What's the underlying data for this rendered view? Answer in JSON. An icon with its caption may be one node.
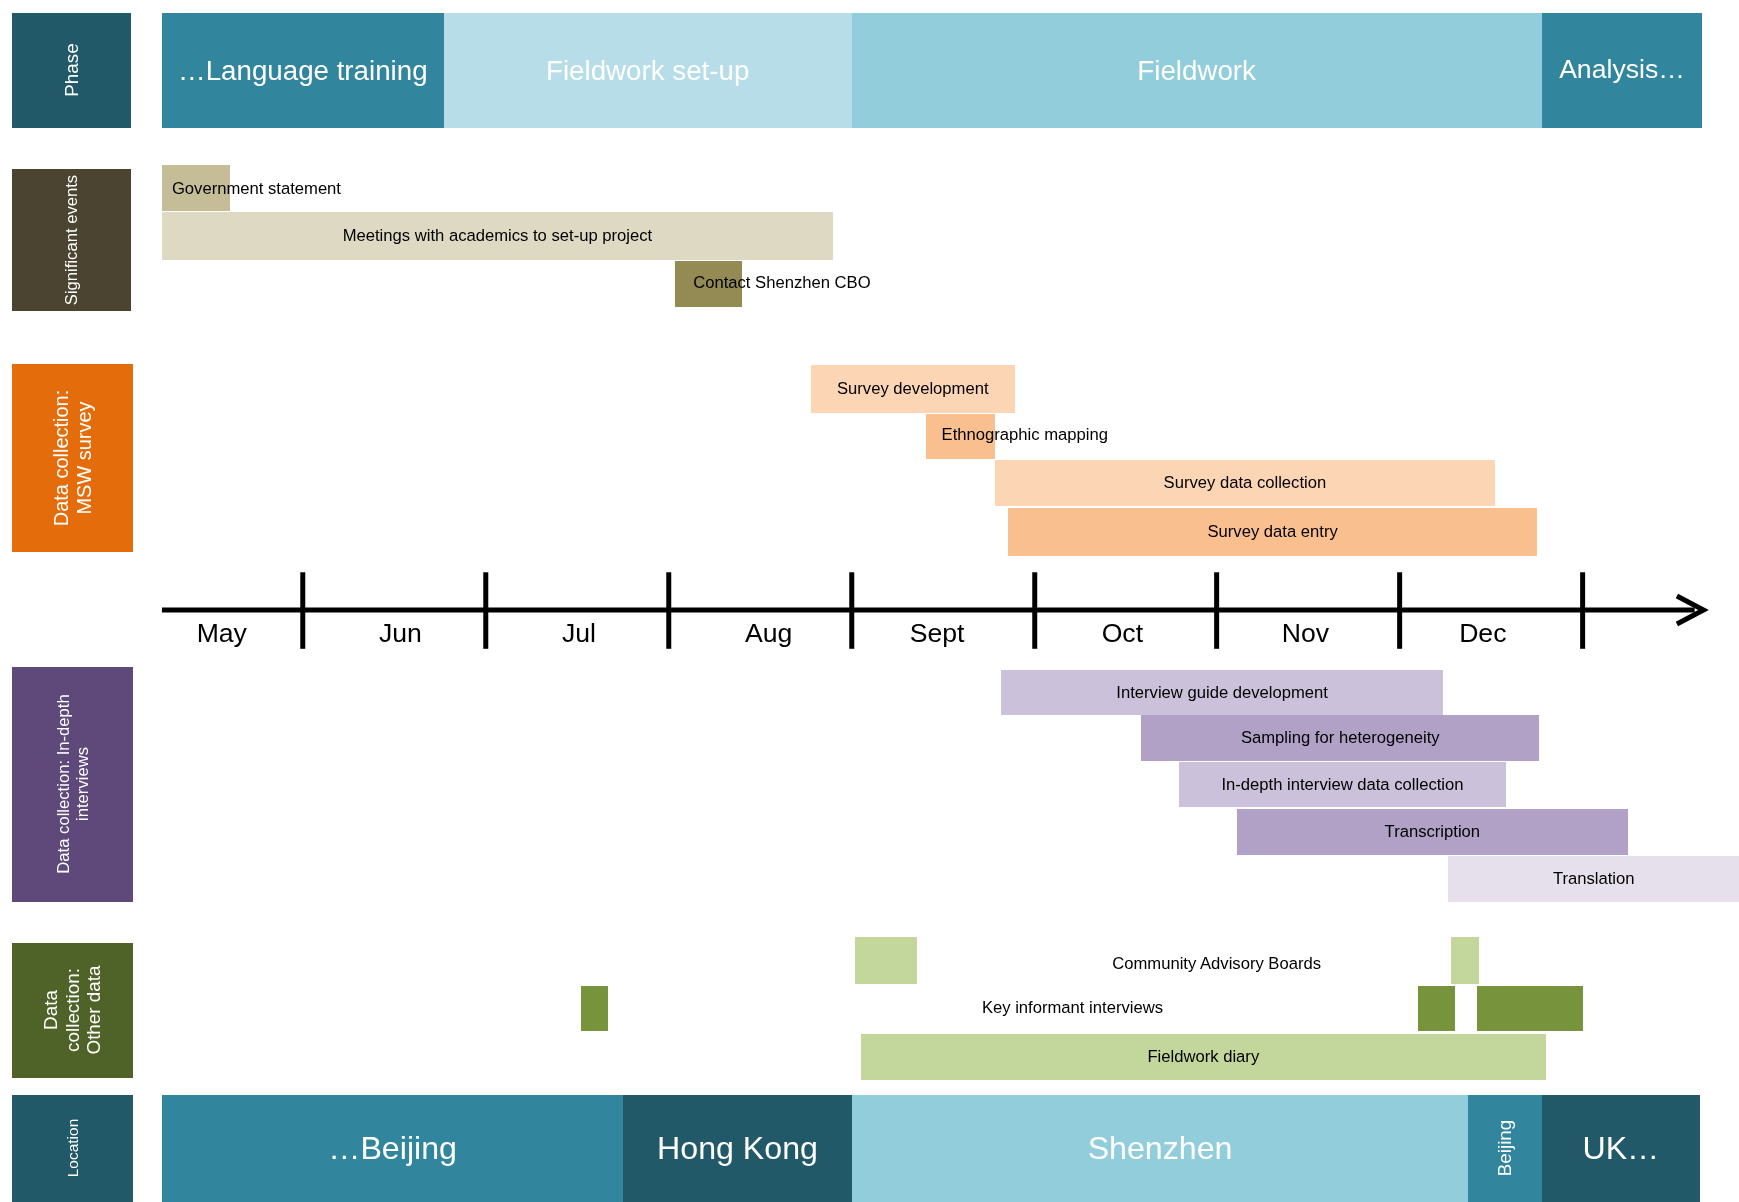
{
  "diagram": {
    "nodes": [
      {
        "text": [
          "Phase"
        ]
      },
      {
        "text": [
          "…Language training"
        ]
      },
      {
        "text": [
          "Fieldwork set-up"
        ]
      },
      {
        "text": [
          "Fieldwork"
        ]
      },
      {
        "text": [
          "Analysis…"
        ]
      },
      {
        "text": [
          "Significant events"
        ]
      },
      {
        "text": [],
        "shape": "bar",
        "beside": [
          "Government statement"
        ]
      },
      {
        "text": [
          "Meetings with academics to set-up project"
        ]
      },
      {
        "text": [],
        "shape": "bar",
        "beside": [
          "Contact Shenzhen CBO"
        ]
      },
      {
        "text": [
          "Data collection: MSW survey"
        ]
      },
      {
        "text": [
          "Survey development"
        ]
      },
      {
        "text": [],
        "shape": "bar",
        "beside": [
          "Ethnographic mapping"
        ]
      },
      {
        "text": [
          "Survey data collection"
        ]
      },
      {
        "text": [
          "Survey data entry"
        ]
      },
      {
        "text": [
          "Data collection: In-depth interviews"
        ]
      },
      {
        "text": [
          "Interview guide development"
        ]
      },
      {
        "text": [
          "Sampling for heterogeneity"
        ]
      },
      {
        "text": [
          "In-depth interview data collection"
        ]
      },
      {
        "text": [
          "Transcription"
        ]
      },
      {
        "text": [
          "Translation"
        ]
      },
      {
        "text": [
          "Data collection: Other data"
        ]
      },
      {
        "text": [],
        "shape": "bar"
      },
      {
        "text": [],
        "shape": "bar"
      },
      {
        "text": [],
        "shape": "bar"
      },
      {
        "text": [],
        "shape": "bar"
      },
      {
        "text": [],
        "shape": "bar"
      },
      {
        "text": [
          "Fieldwork diary"
        ]
      },
      {
        "text": [
          "Location"
        ]
      },
      {
        "text": [
          "…Beijing"
        ]
      },
      {
        "text": [
          "Hong Kong"
        ]
      },
      {
        "text": [
          "Shenzhen"
        ]
      },
      {
        "text": [
          "Beijing"
        ]
      },
      {
        "text": [
          "UK…"
        ]
      }
    ],
    "labels": [
      "May",
      "Jun",
      "Jul",
      "Aug",
      "Sept",
      "Oct",
      "Nov",
      "Dec",
      "Community Advisory Boards",
      "Key informant interviews"
    ]
  }
}
